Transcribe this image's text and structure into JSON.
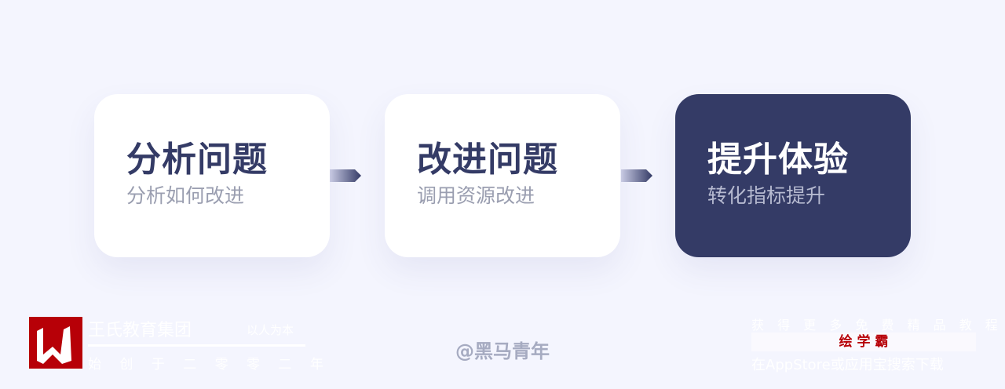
{
  "steps": [
    {
      "title": "分析问题",
      "subtitle": "分析如何改进"
    },
    {
      "title": "改进问题",
      "subtitle": "调用资源改进"
    },
    {
      "title": "提升体验",
      "subtitle": "转化指标提升"
    }
  ],
  "watermark_left": {
    "name": "王氏教育集团",
    "motto": "以人为本",
    "since": "始 创 于 二 零 零 二 年"
  },
  "credit": "@黑马青年",
  "watermark_right": {
    "line1": "获 得 更 多 免 费 精 品 教 程",
    "app": "绘 学 霸",
    "line3": "在AppStore或应用宝搜索下载"
  }
}
